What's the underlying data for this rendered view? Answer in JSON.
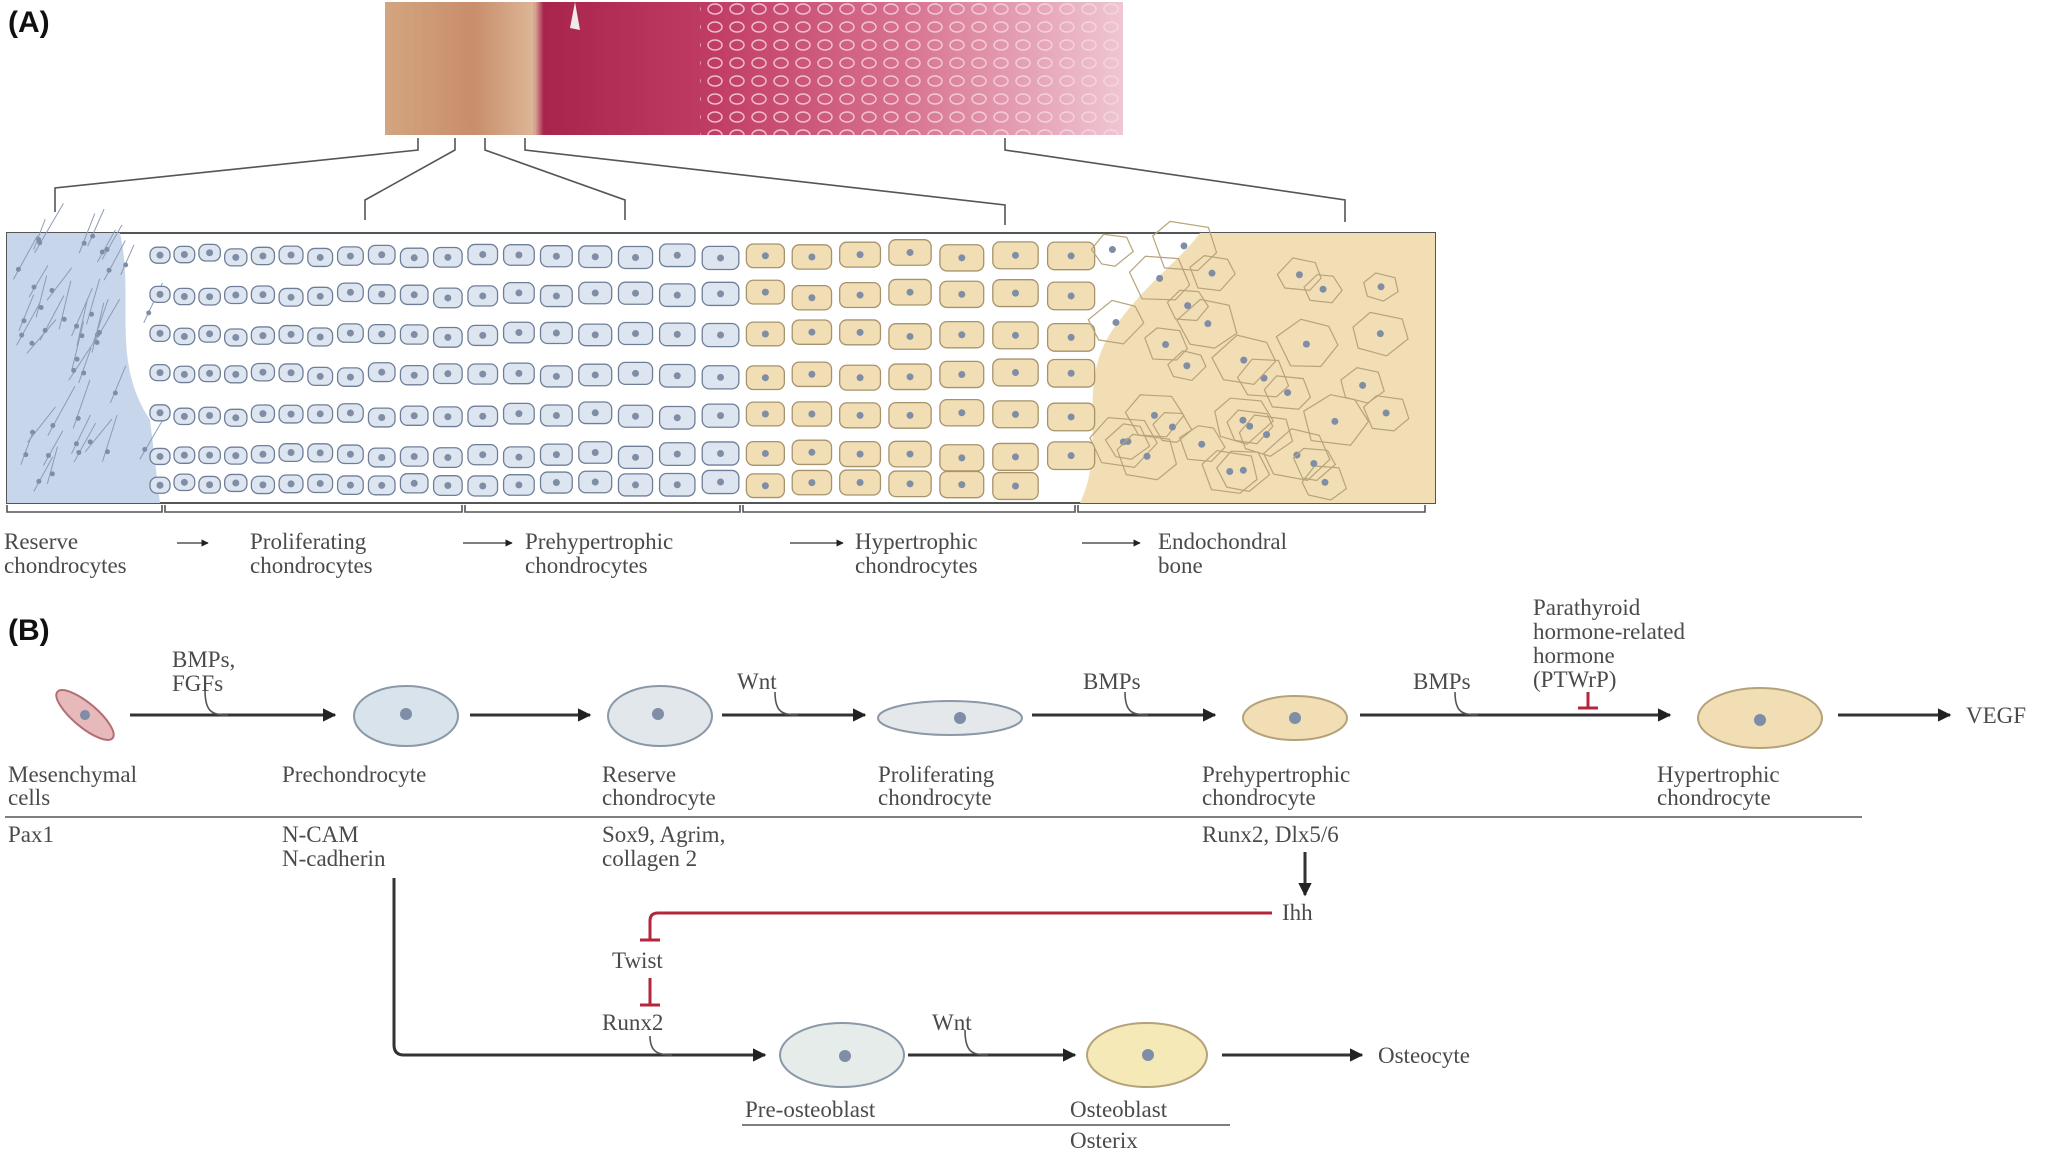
{
  "panels": {
    "a": "(A)",
    "b": "(B)"
  },
  "zones": [
    [
      "Reserve",
      "chondrocytes"
    ],
    [
      "Proliferating",
      "chondrocytes"
    ],
    [
      "Prehypertrophic",
      "chondrocytes"
    ],
    [
      "Hypertrophic",
      "chondrocytes"
    ],
    [
      "Endochondral",
      "bone"
    ]
  ],
  "pathway": {
    "stages": [
      [
        "Mesenchymal",
        "cells"
      ],
      [
        "Prechondrocyte"
      ],
      [
        "Reserve",
        "chondrocyte"
      ],
      [
        "Proliferating",
        "chondrocyte"
      ],
      [
        "Prehypertrophic",
        "chondrocyte"
      ],
      [
        "Hypertrophic",
        "chondrocyte"
      ]
    ],
    "signals": [
      [
        "BMPs,",
        "FGFs"
      ],
      [
        "Wnt"
      ],
      [
        "BMPs"
      ],
      [
        "BMPs"
      ]
    ],
    "pthrp": [
      "Parathyroid",
      "hormone-related",
      "hormone",
      "(PTWrP)"
    ],
    "vegf": "VEGF",
    "markers": [
      [
        "Pax1"
      ],
      [
        "N-CAM",
        "N-cadherin"
      ],
      [
        "Sox9, Agrim,",
        "collagen 2"
      ],
      [
        "Runx2, Dlx5/6"
      ]
    ],
    "ihh": "Ihh",
    "twist": "Twist",
    "runx2": "Runx2",
    "osteo_signal": "Wnt",
    "pre_osteoblast": "Pre-osteoblast",
    "osteoblast": "Osteoblast",
    "osterix": "Osterix",
    "osteocyte": "Osteocyte"
  },
  "colors": {
    "tissue_red": "#b8325a",
    "mesenchyme_blue": "#c7d6ea",
    "chondro_blue": "#dde6f0",
    "hypertrophic_tan": "#f2deb4",
    "inhibition_red": "#b3263e"
  }
}
